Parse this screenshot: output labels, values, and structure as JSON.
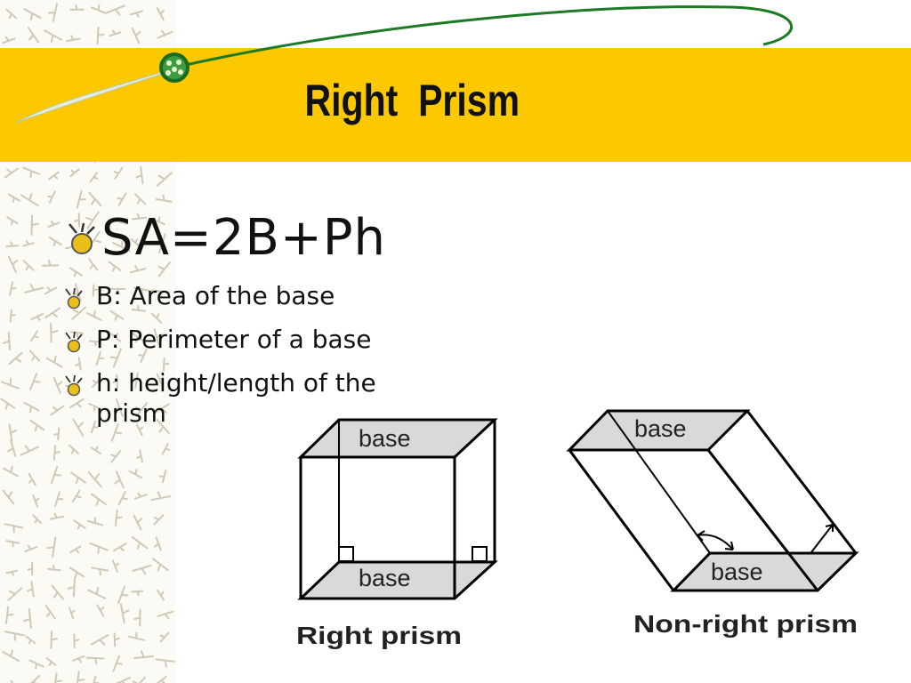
{
  "slide": {
    "title": "Right  Prism",
    "formula": "SA=2B+Ph",
    "bullets": [
      "B: Area of the base",
      "P: Perimeter of a base",
      "h: height/length of the prism"
    ]
  },
  "figures": {
    "right_prism": {
      "top_label": "base",
      "bottom_label": "base",
      "caption": "Right prism"
    },
    "non_right_prism": {
      "top_label": "base",
      "bottom_label": "base",
      "caption": "Non-right prism"
    }
  },
  "colors": {
    "accent": "#fcc800",
    "swoosh": "#1d7a24",
    "base_fill": "#d9d9d9"
  }
}
